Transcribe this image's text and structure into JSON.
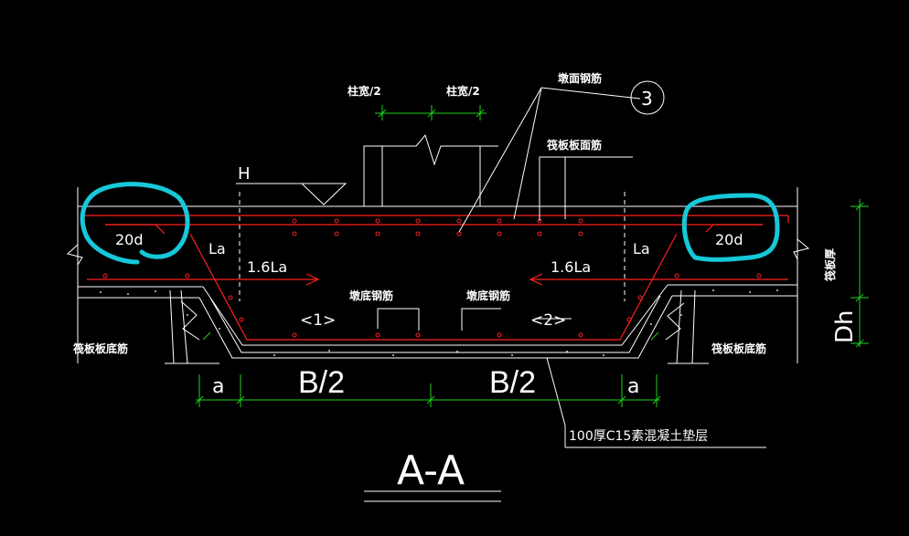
{
  "labels": {
    "column_half_left": "柱宽/2",
    "column_half_right": "柱宽/2",
    "pit_top_rebar": "墩面钢筋",
    "callout_number": "3",
    "raft_top_rebar": "筏板板面筋",
    "h_mark": "H",
    "anchor_left": "20d",
    "anchor_right": "20d",
    "la_left": "La",
    "la_right": "La",
    "lap_left": "1.6La",
    "lap_right": "1.6La",
    "pit_bottom_rebar_1": "墩底钢筋",
    "pit_bottom_rebar_2": "墩底钢筋",
    "bar_1": "<1>",
    "bar_2": "<2>",
    "raft_bottom_left": "筏板板底筋",
    "raft_bottom_right": "筏板板底筋",
    "raft_thickness": "筏板厚",
    "dh": "Dh",
    "dim_a_left": "a",
    "dim_b_left": "B/2",
    "dim_b_right": "B/2",
    "dim_a_right": "a",
    "cushion_note": "100厚C15素混凝土垫层",
    "section_title": "A-A"
  },
  "colors": {
    "background": "#000000",
    "line": "#ffffff",
    "rebar": "#ff2020",
    "dimension": "#1dd31d",
    "highlight": "#16c8d8"
  }
}
